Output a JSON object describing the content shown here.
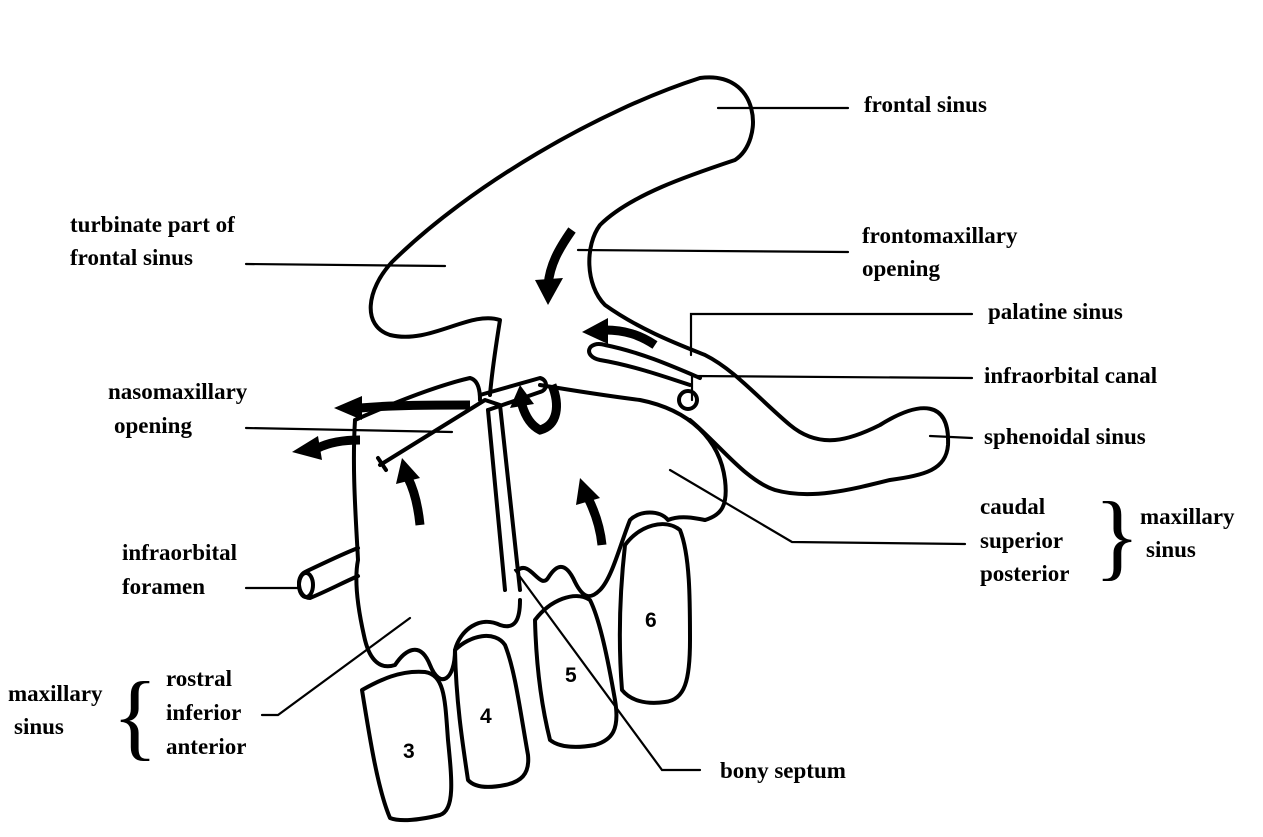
{
  "labels": {
    "frontal_sinus": "frontal sinus",
    "turbinate_line1": "turbinate part of",
    "turbinate_line2": "frontal sinus",
    "frontomaxillary_line1": "frontomaxillary",
    "frontomaxillary_line2": "opening",
    "palatine_sinus": "palatine sinus",
    "infraorbital_canal": "infraorbital canal",
    "nasomaxillary_line1": "nasomaxillary",
    "nasomaxillary_line2": "opening",
    "sphenoidal_sinus": "sphenoidal sinus",
    "caudal_group": [
      "caudal",
      "superior",
      "posterior"
    ],
    "caudal_group_name": [
      "maxillary",
      "sinus"
    ],
    "infraorbital_foramen_line1": "infraorbital",
    "infraorbital_foramen_line2": "foramen",
    "rostral_group": [
      "rostral",
      "inferior",
      "anterior"
    ],
    "rostral_group_name": [
      "maxillary",
      "sinus"
    ],
    "bony_septum": "bony septum"
  },
  "teeth": [
    "3",
    "4",
    "5",
    "6"
  ],
  "colors": {
    "ink": "#000000",
    "background": "#ffffff"
  }
}
